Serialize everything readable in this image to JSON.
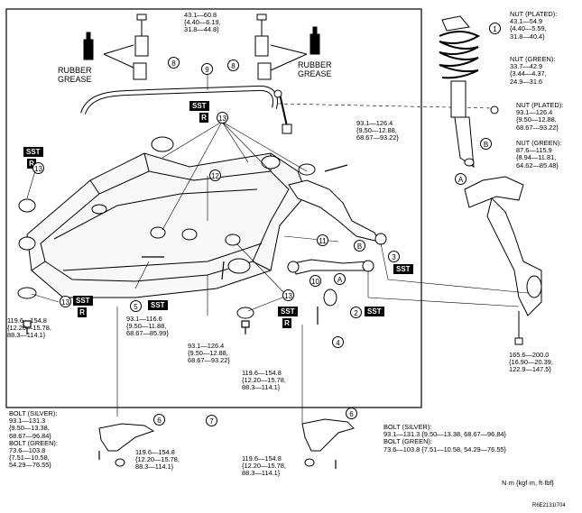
{
  "torque_labels": {
    "t_top": [
      "43.1—60.8",
      "{4.40—6.19,",
      "31.8—44.8}"
    ],
    "nut_plated_top": [
      "NUT (PLATED):",
      "43.1—54.9",
      "{4.40—5.59,",
      "31.8—40.4}"
    ],
    "nut_green_top": [
      "NUT (GREEN):",
      "33.7—42.9",
      "{3.44—4.37,",
      "24.9—31.6"
    ],
    "nut_plated_mid": [
      "NUT (PLATED):",
      "93.1—126.4",
      "{9.50—12.88,",
      "68.67—93.22}"
    ],
    "nut_green_mid": [
      "NUT (GREEN):",
      "87.6—115.9",
      "{8.94—11.81,",
      "64.62—85.48}"
    ],
    "t_center_right": [
      "93.1—126.4",
      "{9.50—12.88,",
      "68.67—93.22}"
    ],
    "t_left_bottom": [
      "119.6—154.8",
      "{12.20—15.78,",
      "88.3—114.1}"
    ],
    "t_item5": [
      "93.1—116.6",
      "{9.50—11.88,",
      "68.67—85.99}"
    ],
    "t_center_mid": [
      "93.1—126.4",
      "{9.50—12.88,",
      "68.67—93.22}"
    ],
    "t_center_bottom": [
      "119.6—154.8",
      "{12.20—15.78,",
      "88.3—114.1}"
    ],
    "t_knuckle": [
      "165.6—200.0",
      "{16.90—20.39,",
      "122.9—147.5}"
    ],
    "bolt_left": [
      "BOLT (SILVER):",
      "93.1—131.3",
      "{9.50—13.38,",
      "68.67—96.84}",
      "BOLT (GREEN):",
      "73.6—103.8",
      "{7.51—10.58,",
      "54.29—76.55}"
    ],
    "t_brk_left": [
      "119.6—154.8",
      "{12.20—15.78,",
      "88.3—114.1}"
    ],
    "t_brk_right": [
      "119.6—154.8",
      "{12.20—15.78,",
      "88.3—114.1}"
    ],
    "bolt_right": [
      "BOLT (SILVER):",
      "93.1—131.3 {9.50—13.38, 68.67—96.84}",
      "BOLT (GREEN):",
      "73.6—103.8 {7.51—10.58, 54.29—76.55}"
    ]
  },
  "grease": {
    "left": [
      "RUBBER",
      "GREASE"
    ],
    "right": [
      "RUBBER",
      "GREASE"
    ]
  },
  "tool": {
    "sst": "SST",
    "r": "R"
  },
  "callouts": {
    "c1": "1",
    "c2": "2",
    "c3": "3",
    "c4": "4",
    "c5": "5",
    "c6a": "6",
    "c6b": "6",
    "c7": "7",
    "c8a": "8",
    "c8b": "8",
    "c9": "9",
    "c10": "10",
    "c11": "11",
    "c12": "12",
    "c13a": "13",
    "c13b": "13",
    "c13c": "13",
    "c13d": "13"
  },
  "letters": {
    "a1": "A",
    "b1": "B",
    "a2": "A",
    "b2": "B"
  },
  "unit_note": "N·m {kgf·m, ft·lbf}",
  "figure_id": "R6E2131I704"
}
